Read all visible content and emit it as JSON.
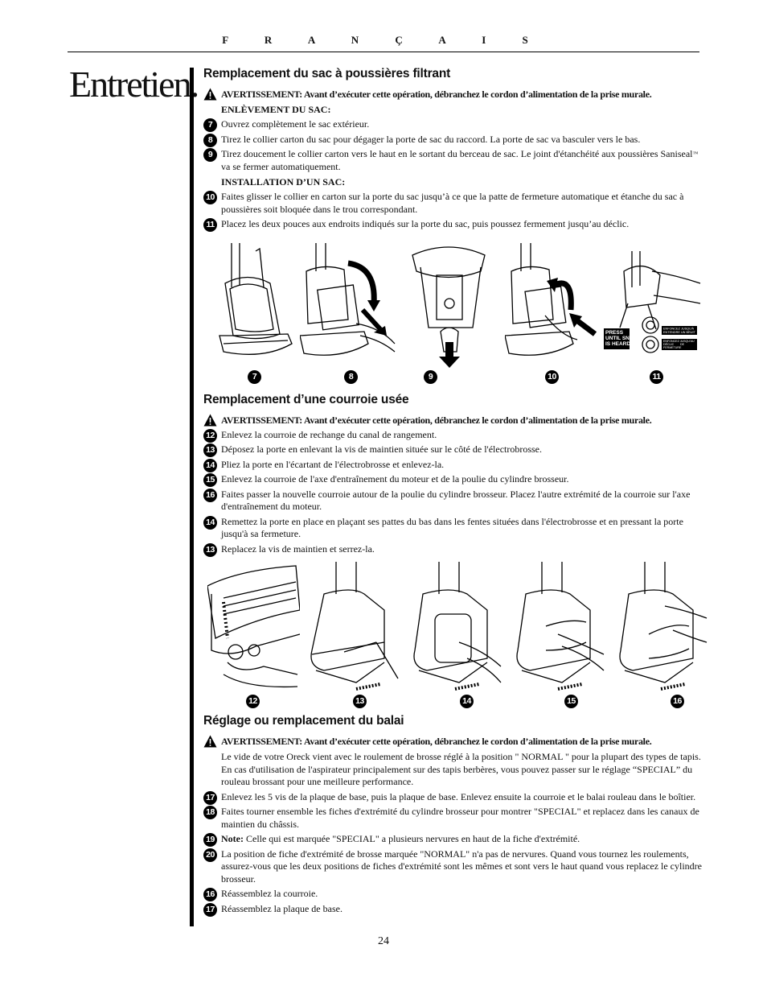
{
  "header": {
    "language": "F R A N Ç A I S"
  },
  "page_title": "Entretien.",
  "section1": {
    "title": "Remplacement du sac à poussières filtrant",
    "warning": "AVERTISSEMENT: Avant d’exécuter cette opération, débranchez le cordon d’alimentation de la prise murale.",
    "sub_remove": "ENLÈVEMENT DU SAC:",
    "steps_remove": [
      {
        "num": "7",
        "text": "Ouvrez complètement le sac extérieur."
      },
      {
        "num": "8",
        "text": "Tirez le collier carton du sac pour dégager la porte de sac du raccord. La porte de sac va basculer vers le bas."
      },
      {
        "num": "9",
        "text_a": "Tirez doucement le collier carton vers le haut en le sortant du berceau de sac. Le joint d'étanchéité aux poussières Saniseal",
        "tm": "™",
        "text_b": " va se fermer automatiquement."
      }
    ],
    "sub_install": "INSTALLATION D’UN SAC:",
    "steps_install": [
      {
        "num": "10",
        "text": "Faites glisser le collier en carton sur la porte du sac jusqu’à ce que la patte de fermeture automatique et étanche du sac à poussières soit bloquée dans le trou correspondant."
      },
      {
        "num": "11",
        "text": "Placez les deux pouces aux endroits indiqués sur la porte du sac, puis poussez fermement jusqu’au déclic."
      }
    ],
    "figure_labels": [
      "7",
      "8",
      "9",
      "10",
      "11"
    ],
    "figure_callout": {
      "en": [
        "PRESS",
        "UNTIL SNAP",
        "IS HEARD"
      ],
      "fr_top": [
        "ENFONCEZ JUSQU'À",
        "ENTENDRE UN BRUIT"
      ],
      "fr_bottom": [
        "ENFONCEZ JUSQU'AU",
        "DÉCLIC",
        "DE",
        "FERMETURE"
      ]
    }
  },
  "section2": {
    "title": "Remplacement d’une courroie usée",
    "warning": "AVERTISSEMENT: Avant d’exécuter cette opération, débranchez le cordon d’alimentation de la prise murale.",
    "steps": [
      {
        "num": "12",
        "text": "Enlevez la courroie de rechange du canal de rangement."
      },
      {
        "num": "13",
        "text": "Déposez la porte en enlevant la vis de maintien située sur le côté de l'électrobrosse."
      },
      {
        "num": "14",
        "text": "Pliez la porte en l'écartant de l'électrobrosse et enlevez-la."
      },
      {
        "num": "15",
        "text": "Enlevez la courroie de l'axe d'entraînement du moteur et de la poulie du cylindre brosseur."
      },
      {
        "num": "16",
        "text": "Faites passer la nouvelle courroie autour de la poulie du cylindre brosseur. Placez l'autre extrémité de la courroie sur l'axe d'entraînement du moteur."
      },
      {
        "num": "14",
        "text": "Remettez la porte en place en plaçant ses pattes du bas dans les fentes situées dans l'électrobrosse et en pressant la porte jusqu'à sa fermeture."
      },
      {
        "num": "13",
        "text": "Replacez la vis de maintien et serrez-la."
      }
    ],
    "figure_labels": [
      "12",
      "13",
      "14",
      "15",
      "16"
    ]
  },
  "section3": {
    "title": "Réglage ou remplacement du balai",
    "warning": "AVERTISSEMENT: Avant d’exécuter cette opération, débranchez le cordon d’alimentation de la prise murale.",
    "intro": "Le vide de votre Oreck vient avec le roulement de brosse réglé à la position \" NORMAL \" pour la plupart des types de tapis. En cas d'utilisation de l'aspirateur principalement sur des tapis berbères, vous pouvez passer sur le réglage “SPECIAL” du rouleau brossant pour une meilleure performance.",
    "steps": [
      {
        "num": "17",
        "text": "Enlevez les 5 vis de la plaque de base, puis la plaque de base. Enlevez ensuite la courroie et le balai rouleau dans le boîtier."
      },
      {
        "num": "18",
        "text": "Faites tourner ensemble les fiches d'extrémité du cylindre brosseur pour montrer \"SPECIAL\" et replacez dans les canaux de maintien du châssis."
      },
      {
        "num": "19",
        "bold": "Note:",
        "text": " Celle qui est marquée \"SPECIAL\" a plusieurs nervures en haut de la fiche d'extrémité."
      },
      {
        "num": "20",
        "text": "La position de fiche d'extrémité de brosse marquée \"NORMAL\" n'a pas de nervures. Quand vous tournez les roulements, assurez-vous que les deux positions de fiches d'extrémité sont les mêmes et sont vers le haut quand vous replacez le cylindre brosseur."
      },
      {
        "num": "16",
        "text": "Réassemblez la courroie."
      },
      {
        "num": "17",
        "text": "Réassemblez la plaque de base."
      }
    ]
  },
  "page_number": "24"
}
